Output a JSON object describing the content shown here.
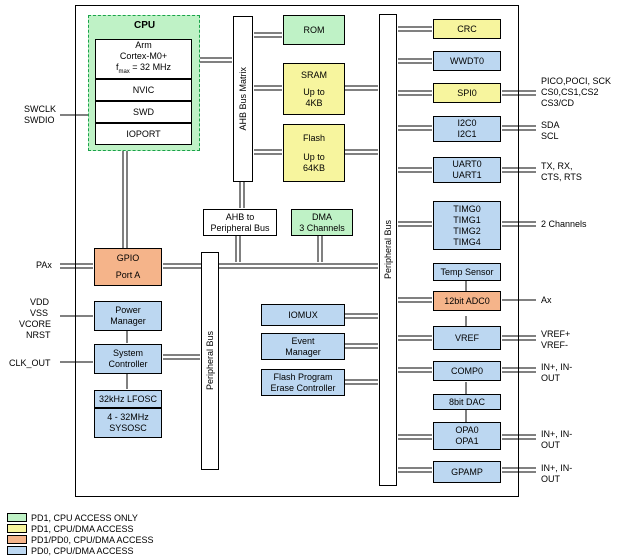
{
  "colors": {
    "cpu_only": "#bff2c6",
    "pd1_cpu_dma": "#f7f59e",
    "pd1_pd0": "#f5b48a",
    "pd0_cpu_dma": "#bcd7f1"
  },
  "cpu": {
    "title": "CPU",
    "core_lines": [
      "Arm",
      "Cortex-M0+",
      "f",
      "max",
      " = 32 MHz"
    ],
    "nvic": "NVIC",
    "swd": "SWD",
    "ioport": "IOPORT"
  },
  "buses": {
    "ahb_matrix": "AHB Bus Matrix",
    "peripheral_bus_left": "Peripheral Bus",
    "peripheral_bus_right": "Peripheral Bus",
    "ahb_to_periph": [
      "AHB to",
      "Peripheral Bus"
    ]
  },
  "memory": {
    "rom": "ROM",
    "sram": [
      "SRAM",
      "Up to",
      "4KB"
    ],
    "flash": [
      "Flash",
      "Up to",
      "64KB"
    ]
  },
  "dma": [
    "DMA",
    "3 Channels"
  ],
  "gpio": [
    "GPIO",
    "Port A"
  ],
  "power_manager": [
    "Power",
    "Manager"
  ],
  "system_controller": [
    "System",
    "Controller"
  ],
  "oscillators": [
    "32kHz LFOSC",
    "4 - 32MHz",
    "SYSOSC"
  ],
  "iomux": "IOMUX",
  "event_manager": [
    "Event",
    "Manager"
  ],
  "flash_controller": [
    "Flash Program",
    "Erase Controller"
  ],
  "peripherals": {
    "crc": "CRC",
    "wwdt": "WWDT0",
    "spi": "SPI0",
    "i2c": [
      "I2C0",
      "I2C1"
    ],
    "uart": [
      "UART0",
      "UART1"
    ],
    "timg": [
      "TIMG0",
      "TIMG1",
      "TIMG2",
      "TIMG4"
    ],
    "temp_sensor": "Temp Sensor",
    "adc": "12bit ADC0",
    "vref": "VREF",
    "comp": "COMP0",
    "dac": "8bit DAC",
    "opa": [
      "OPA0",
      "OPA1"
    ],
    "gpamp": "GPAMP"
  },
  "pins": {
    "swd": [
      "SWCLK",
      "SWDIO"
    ],
    "pa": "PAx",
    "power": [
      "VDD",
      "VSS",
      "VCORE",
      "NRST"
    ],
    "clk_out": "CLK_OUT",
    "spi": [
      "PICO,POCI, SCK",
      "CS0,CS1,CS2",
      "CS3/CD"
    ],
    "i2c": [
      "SDA",
      "SCL"
    ],
    "uart": [
      "TX, RX,",
      "CTS, RTS"
    ],
    "timg": "2 Channels",
    "adc": "Ax",
    "vref": [
      "VREF+",
      "VREF-"
    ],
    "comp": [
      "IN+, IN-",
      "OUT"
    ],
    "opa": [
      "IN+, IN-",
      "OUT"
    ],
    "gpamp": [
      "IN+, IN-",
      "OUT"
    ]
  },
  "legend": [
    {
      "label": "PD1, CPU ACCESS ONLY",
      "color": "#bff2c6"
    },
    {
      "label": "PD1, CPU/DMA ACCESS",
      "color": "#f7f59e"
    },
    {
      "label": "PD1/PD0, CPU/DMA ACCESS",
      "color": "#f5b48a"
    },
    {
      "label": "PD0, CPU/DMA ACCESS",
      "color": "#bcd7f1"
    }
  ]
}
